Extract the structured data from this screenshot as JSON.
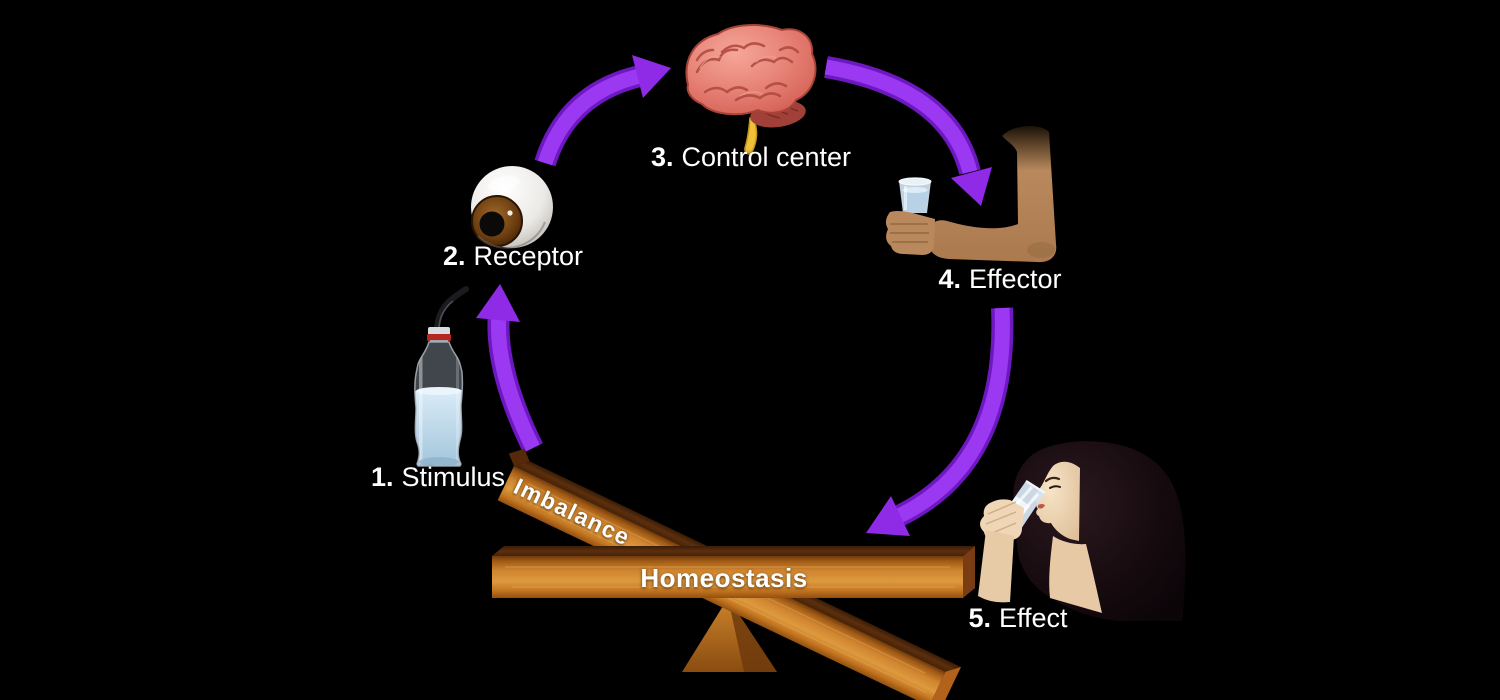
{
  "diagram": {
    "title_implicit": "Homeostasis feedback loop",
    "steps": [
      {
        "num": "1.",
        "label": "Stimulus",
        "icon": "water-bottle-icon"
      },
      {
        "num": "2.",
        "label": "Receptor",
        "icon": "eyeball-icon"
      },
      {
        "num": "3.",
        "label": "Control center",
        "icon": "brain-icon"
      },
      {
        "num": "4.",
        "label": "Effector",
        "icon": "arm-with-glass-icon"
      },
      {
        "num": "5.",
        "label": "Effect",
        "icon": "person-drinking-icon"
      }
    ],
    "seesaw": {
      "tilted_plank_label": "Imbalance",
      "level_plank_label": "Homeostasis"
    },
    "colors": {
      "background": "#000000",
      "arrow_purple": "#9129ec",
      "wood_orange": "#cf8428",
      "wood_dark_brown": "#4a2408",
      "label_text": "#ffffff",
      "brain_pink": "#e88578",
      "skin_tan": "#b9895d",
      "skin_pale": "#eed6b6"
    }
  }
}
